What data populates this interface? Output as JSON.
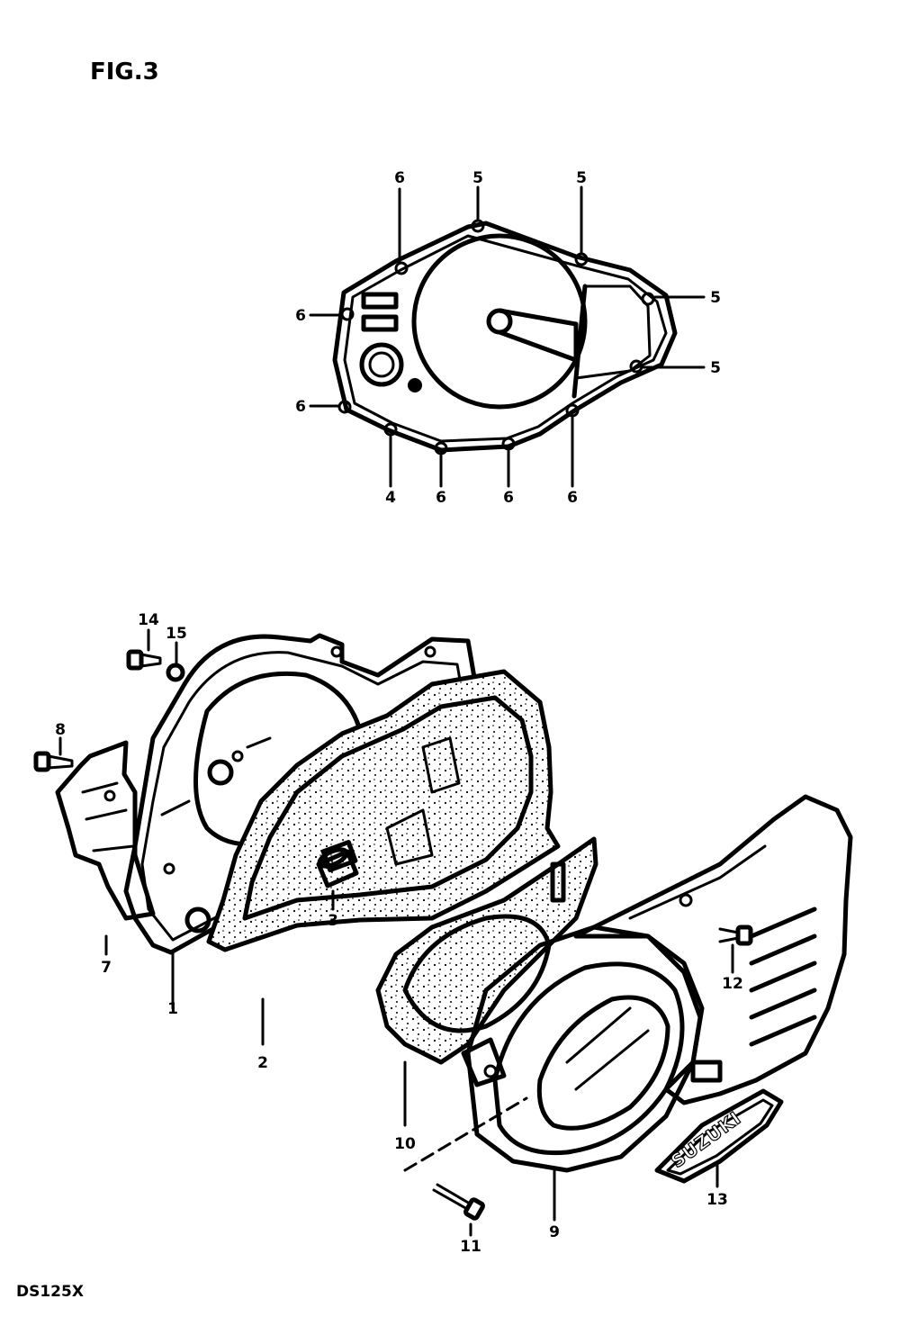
{
  "figure_label": "FIG.3",
  "model_code": "DS125X",
  "brand_mark": "SUZUKI",
  "callouts_top": [
    "6",
    "5",
    "5",
    "5",
    "5",
    "6",
    "6",
    "4",
    "6",
    "6",
    "6"
  ],
  "callouts_bottom": [
    "14",
    "15",
    "8",
    "7",
    "1",
    "3",
    "2",
    "10",
    "12",
    "11",
    "9",
    "13"
  ]
}
